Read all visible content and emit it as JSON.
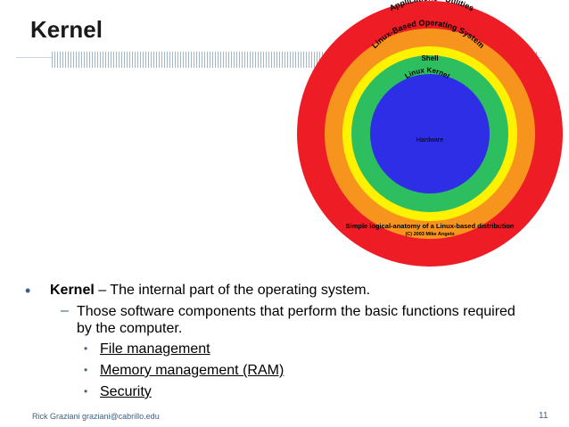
{
  "slide": {
    "title": "Kernel",
    "footer_left": "Rick Graziani graziani@cabrillo.edu",
    "page_number": "11"
  },
  "diagram": {
    "colors": {
      "applications": "#ee1c25",
      "os": "#f7941d",
      "shell": "#fff200",
      "kernel": "#2dbe60",
      "hardware": "#2e2ee6"
    },
    "labels": {
      "applications": "Applications - Utilities",
      "os": "Linux-Based Operating System",
      "shell": "Shell",
      "kernel": "Linux Kernel",
      "hardware": "Hardware",
      "caption": "Simple logical-anatomy of a Linux-based distribution",
      "copyright": "(C) 2003 Mike Angelo"
    }
  },
  "content": {
    "bullet1_term": "Kernel",
    "bullet1_rest": " – The internal part of the operating system.",
    "bullet2": "Those software components that perform the basic functions required by the computer.",
    "sub_items": [
      "File management",
      "Memory management (RAM)",
      "Security"
    ]
  }
}
